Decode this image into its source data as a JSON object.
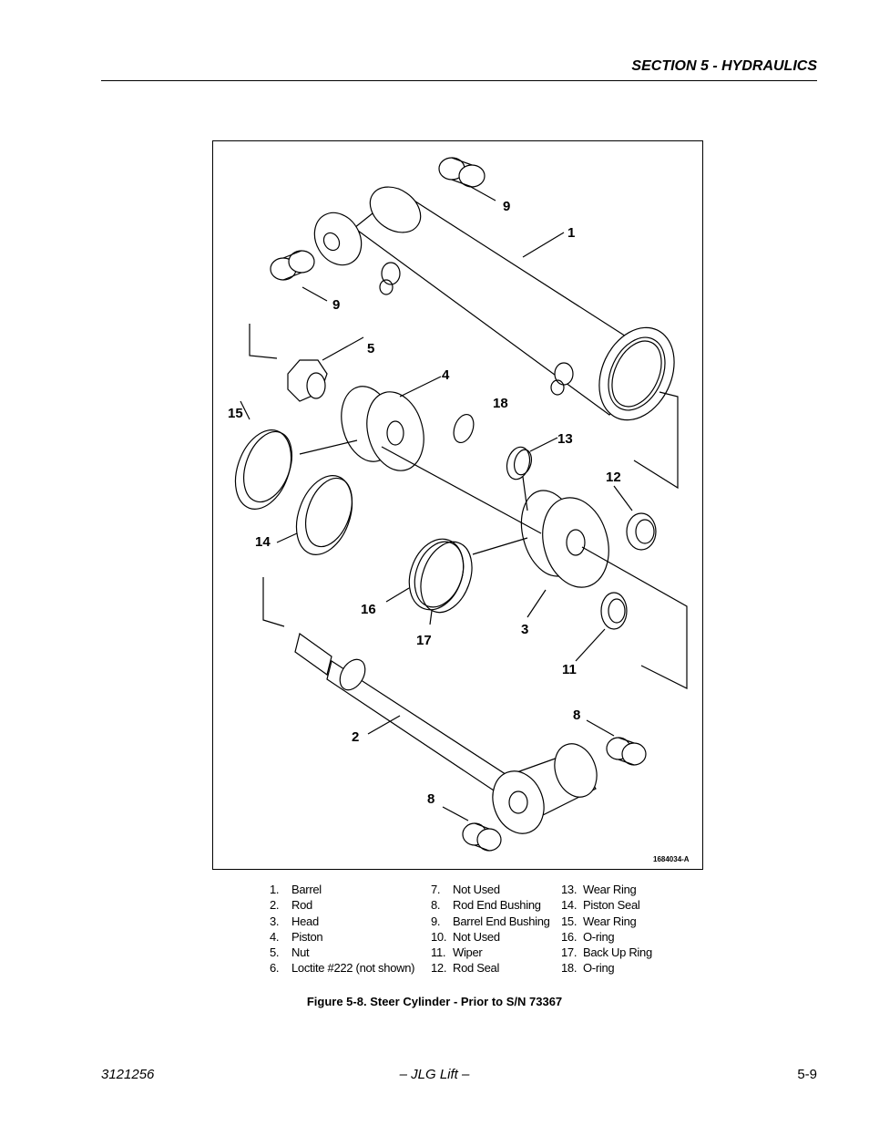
{
  "header": {
    "section_title": "SECTION 5 - HYDRAULICS"
  },
  "figure": {
    "drawing_number": "1684034-A",
    "callouts": [
      "9",
      "1",
      "9",
      "5",
      "4",
      "18",
      "15",
      "13",
      "12",
      "14",
      "16",
      "17",
      "3",
      "11",
      "8",
      "2",
      "8"
    ],
    "caption": "Figure 5-8.  Steer Cylinder - Prior to S/N 73367"
  },
  "legend": {
    "col1": [
      {
        "num": "1.",
        "label": "Barrel"
      },
      {
        "num": "2.",
        "label": "Rod"
      },
      {
        "num": "3.",
        "label": "Head"
      },
      {
        "num": "4.",
        "label": "Piston"
      },
      {
        "num": "5.",
        "label": "Nut"
      },
      {
        "num": "6.",
        "label": "Loctite #222 (not shown)"
      }
    ],
    "col2": [
      {
        "num": "7.",
        "label": "Not Used"
      },
      {
        "num": "8.",
        "label": "Rod End Bushing"
      },
      {
        "num": "9.",
        "label": "Barrel End Bushing"
      },
      {
        "num": "10.",
        "label": "Not Used"
      },
      {
        "num": "11.",
        "label": "Wiper"
      },
      {
        "num": "12.",
        "label": "Rod Seal"
      }
    ],
    "col3": [
      {
        "num": "13.",
        "label": "Wear Ring"
      },
      {
        "num": "14.",
        "label": "Piston Seal"
      },
      {
        "num": "15.",
        "label": "Wear Ring"
      },
      {
        "num": "16.",
        "label": "O-ring"
      },
      {
        "num": "17.",
        "label": "Back Up Ring"
      },
      {
        "num": "18.",
        "label": "O-ring"
      }
    ]
  },
  "footer": {
    "doc_number": "3121256",
    "publisher": "– JLG Lift –",
    "page_number": "5-9"
  }
}
